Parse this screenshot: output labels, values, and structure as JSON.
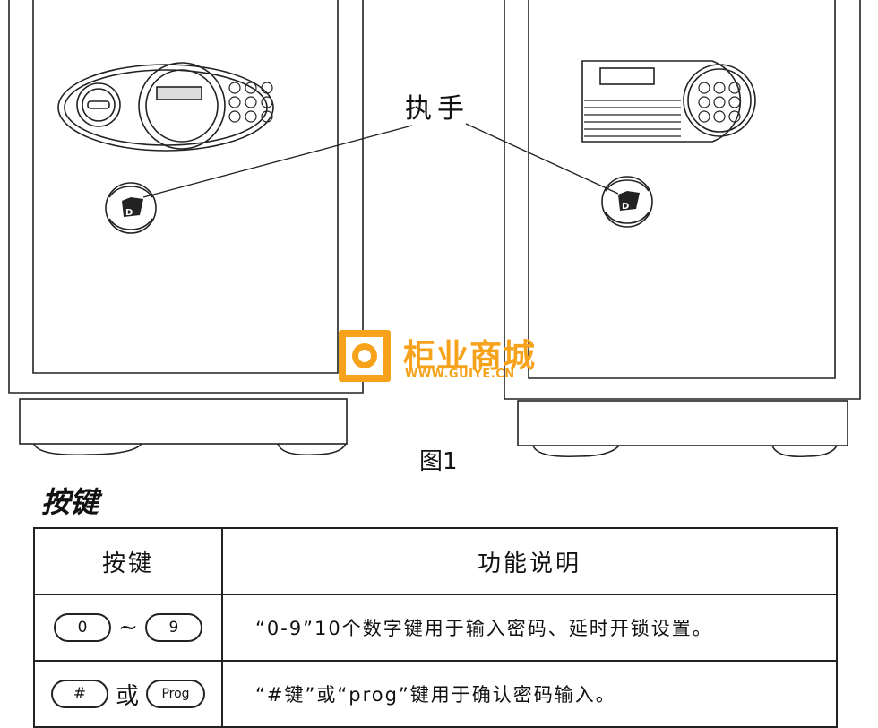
{
  "figure": {
    "callout_label": "执手",
    "caption": "图1"
  },
  "watermark": {
    "name": "柜业商城",
    "url": "WWW.GUIYE.CN",
    "color": "#f6a21a"
  },
  "section": {
    "title": "按键"
  },
  "table": {
    "headers": [
      "按键",
      "功能说明"
    ],
    "rows": [
      {
        "key_a": "0",
        "separator": "~",
        "key_b": "9",
        "description": "“0-9”10个数字键用于输入密码、延时开锁设置。"
      },
      {
        "key_a": "#",
        "separator": "或",
        "key_b": "Prog",
        "description": "“#键”或“prog”键用于确认密码输入。"
      }
    ]
  }
}
